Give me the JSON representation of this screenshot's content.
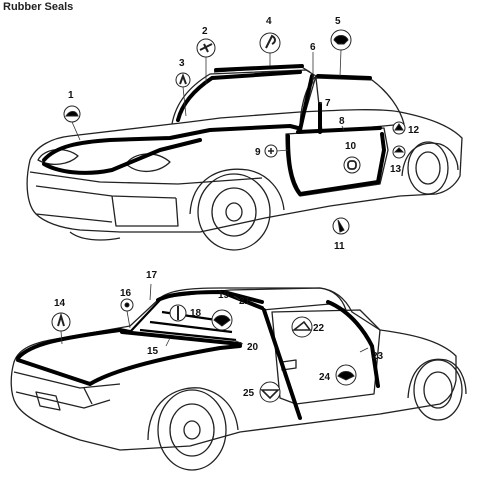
{
  "title": "Rubber Seals",
  "callouts": {
    "c1": "1",
    "c2": "2",
    "c3": "3",
    "c4": "4",
    "c5": "5",
    "c6": "6",
    "c7": "7",
    "c8": "8",
    "c9": "9",
    "c10": "10",
    "c11": "11",
    "c12": "12",
    "c13": "13",
    "c14": "14",
    "c15": "15",
    "c16": "16",
    "c17": "17",
    "c18": "18",
    "c19": "19",
    "c20": "20",
    "c21": "21",
    "c22": "22",
    "c23": "23",
    "c24": "24",
    "c25": "25"
  }
}
